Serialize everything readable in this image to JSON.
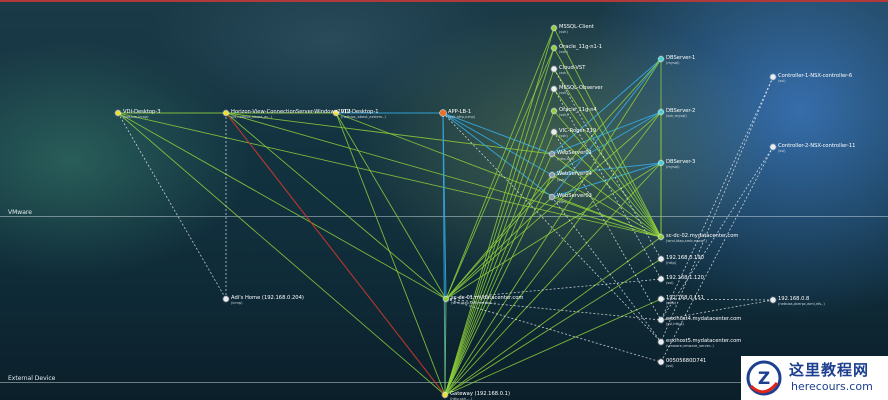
{
  "zones": [
    {
      "id": "vmware",
      "label": "VMware"
    },
    {
      "id": "external",
      "label": "External Device"
    }
  ],
  "colors": {
    "green_link": "#8fd13a",
    "blue_link": "#34a8e0",
    "red_link": "#c0392b",
    "dashed_link": "#ffffff",
    "node_yellow": "#f1dc2b",
    "node_orange": "#e8702a",
    "node_cyan": "#3fd3d8",
    "node_white": "#e8ecef"
  },
  "nodes": [
    {
      "id": "vdi3",
      "label": "VDI-Desktop-3",
      "sub": "(bot,bm,icmp)",
      "icon": "vm-node-icon",
      "color": "#f1dc2b"
    },
    {
      "id": "horizon",
      "label": "Horizon-View-ConnectionServer-Windows2012",
      "sub": "(bt,netbios_bbest_ac..)",
      "icon": "vm-node-icon",
      "color": "#f1dc2b"
    },
    {
      "id": "vdi1",
      "label": "VDI-Desktop-1",
      "sub": "(netbios_bbest_extrem..)",
      "icon": "vm-node-icon",
      "color": "#f1dc2b"
    },
    {
      "id": "applb",
      "label": "APP-LB-1",
      "sub": "(ssh,http,icmp)",
      "icon": "load-balancer-icon",
      "color": "#e8702a"
    },
    {
      "id": "mssqlc",
      "label": "MSSQL-Client",
      "sub": "(ssh)",
      "icon": "vm-node-icon",
      "color": "#8fd13a"
    },
    {
      "id": "ora1",
      "label": "Oracle_11g-n1-1",
      "sub": "(ssh)",
      "icon": "vm-node-icon",
      "color": "#8fd13a"
    },
    {
      "id": "cloudvst",
      "label": "Cloud-VST",
      "sub": "(ssh)",
      "icon": "vm-node-icon",
      "color": "#e8ecef"
    },
    {
      "id": "mssqlo",
      "label": "MSSQL-Observer",
      "sub": "(ssh)",
      "icon": "vm-node-icon",
      "color": "#e8ecef"
    },
    {
      "id": "ora4",
      "label": "Oracle_11g-n4",
      "sub": "(ssh)",
      "icon": "vm-node-icon",
      "color": "#8fd13a"
    },
    {
      "id": "vic",
      "label": "VIC-Roger-219",
      "sub": "(ssh)",
      "icon": "vm-node-icon",
      "color": "#e8ecef"
    },
    {
      "id": "web01",
      "label": "WebServer01",
      "sub": "(http,ssh)",
      "icon": "web-server-icon",
      "color": "#8899aa"
    },
    {
      "id": "web04",
      "label": "WebServer04",
      "sub": "(ssh)",
      "icon": "web-server-icon",
      "color": "#8899aa"
    },
    {
      "id": "web03",
      "label": "WebServer03",
      "sub": "(ssh)",
      "icon": "web-server-icon",
      "color": "#8899aa"
    },
    {
      "id": "db1",
      "label": "DBServer-1",
      "sub": "(mysql)",
      "icon": "database-icon",
      "color": "#3fd3d8"
    },
    {
      "id": "db2",
      "label": "DBServer-2",
      "sub": "(ssh,mysql)",
      "icon": "database-icon",
      "color": "#3fd3d8"
    },
    {
      "id": "db3",
      "label": "DBServer-3",
      "sub": "(mysql)",
      "icon": "database-icon",
      "color": "#3fd3d8"
    },
    {
      "id": "ctrl6",
      "label": "Controller-1-NSX-controller-6",
      "sub": "(ssl)",
      "icon": "controller-icon",
      "color": "#e8ecef"
    },
    {
      "id": "ctrl11",
      "label": "Controller-2-NSX-controller-11",
      "sub": "(ssl)",
      "icon": "controller-icon",
      "color": "#e8ecef"
    },
    {
      "id": "scdc02",
      "label": "sc-dc-02.mydatacenter.com",
      "sub": "(wmi,ldap,smb,mssq..)",
      "icon": "domain-controller-icon",
      "color": "#8fd13a"
    },
    {
      "id": "ip190",
      "label": "192.168.0.190",
      "sub": "(http)",
      "icon": "host-icon",
      "color": "#e8ecef"
    },
    {
      "id": "ip120",
      "label": "192.168.1.120",
      "sub": "(ssl)",
      "icon": "host-icon",
      "color": "#e8ecef"
    },
    {
      "id": "ip151",
      "label": "192.168.0.151",
      "sub": "(http)",
      "icon": "host-icon",
      "color": "#e8ecef"
    },
    {
      "id": "esxi4",
      "label": "esxihost4.mydatacenter.com",
      "sub": "(ssl,https)",
      "icon": "host-icon",
      "color": "#e8ecef"
    },
    {
      "id": "esxi5",
      "label": "esxihost5.mydatacenter.com",
      "sub": "(vmware,vmware_server..)",
      "icon": "host-icon",
      "color": "#e8ecef"
    },
    {
      "id": "mac",
      "label": "00505680D741",
      "sub": "(ssl)",
      "icon": "host-icon",
      "color": "#e8ecef"
    },
    {
      "id": "ip8",
      "label": "192.168.0.8",
      "sub": "(netbios,dcerpc,wmi,nfs..)",
      "icon": "host-icon",
      "color": "#e8ecef"
    },
    {
      "id": "scdc01",
      "label": "sc-dc-01.mydatacenter.com",
      "sub": "(wmi,ldap,smb,netbios..)",
      "icon": "domain-controller-icon",
      "color": "#8fd13a"
    },
    {
      "id": "adi",
      "label": "Adi's Home (192.168.0.204)",
      "sub": "(icmp)",
      "icon": "host-icon",
      "color": "#e8ecef"
    },
    {
      "id": "gw",
      "label": "Gateway (192.168.0.1)",
      "sub": "(http,ssh,...)",
      "icon": "gateway-icon",
      "color": "#f1dc2b"
    }
  ],
  "links": [
    {
      "from": "vdi3",
      "to": "horizon",
      "kind": "green"
    },
    {
      "from": "horizon",
      "to": "vdi1",
      "kind": "green"
    },
    {
      "from": "vdi1",
      "to": "applb",
      "kind": "blue"
    },
    {
      "from": "vdi3",
      "to": "scdc02",
      "kind": "green"
    },
    {
      "from": "vdi3",
      "to": "scdc01",
      "kind": "green"
    },
    {
      "from": "vdi3",
      "to": "gw",
      "kind": "green"
    },
    {
      "from": "vdi3",
      "to": "adi",
      "kind": "dashed"
    },
    {
      "from": "horizon",
      "to": "scdc02",
      "kind": "green"
    },
    {
      "from": "horizon",
      "to": "scdc01",
      "kind": "green"
    },
    {
      "from": "horizon",
      "to": "gw",
      "kind": "red"
    },
    {
      "from": "horizon",
      "to": "adi",
      "kind": "dashed"
    },
    {
      "from": "horizon",
      "to": "web01",
      "kind": "green"
    },
    {
      "from": "vdi1",
      "to": "scdc02",
      "kind": "green"
    },
    {
      "from": "vdi1",
      "to": "scdc01",
      "kind": "green"
    },
    {
      "from": "vdi1",
      "to": "gw",
      "kind": "green"
    },
    {
      "from": "applb",
      "to": "web01",
      "kind": "blue"
    },
    {
      "from": "applb",
      "to": "web04",
      "kind": "blue"
    },
    {
      "from": "applb",
      "to": "web03",
      "kind": "blue"
    },
    {
      "from": "applb",
      "to": "scdc01",
      "kind": "blue"
    },
    {
      "from": "applb",
      "to": "gw",
      "kind": "blue"
    },
    {
      "from": "web01",
      "to": "db1",
      "kind": "blue"
    },
    {
      "from": "web01",
      "to": "db2",
      "kind": "blue"
    },
    {
      "from": "web04",
      "to": "db2",
      "kind": "blue"
    },
    {
      "from": "web04",
      "to": "db3",
      "kind": "blue"
    },
    {
      "from": "web03",
      "to": "db3",
      "kind": "blue"
    },
    {
      "from": "web03",
      "to": "db1",
      "kind": "blue"
    },
    {
      "from": "mssqlc",
      "to": "scdc02",
      "kind": "green"
    },
    {
      "from": "ora1",
      "to": "scdc02",
      "kind": "green"
    },
    {
      "from": "cloudvst",
      "to": "scdc02",
      "kind": "green"
    },
    {
      "from": "mssqlo",
      "to": "scdc02",
      "kind": "green"
    },
    {
      "from": "ora4",
      "to": "scdc02",
      "kind": "green"
    },
    {
      "from": "vic",
      "to": "scdc02",
      "kind": "green"
    },
    {
      "from": "web01",
      "to": "scdc02",
      "kind": "green"
    },
    {
      "from": "web04",
      "to": "scdc02",
      "kind": "green"
    },
    {
      "from": "web03",
      "to": "scdc02",
      "kind": "green"
    },
    {
      "from": "db1",
      "to": "scdc02",
      "kind": "green"
    },
    {
      "from": "db2",
      "to": "scdc02",
      "kind": "green"
    },
    {
      "from": "db3",
      "to": "scdc02",
      "kind": "green"
    },
    {
      "from": "mssqlc",
      "to": "gw",
      "kind": "green"
    },
    {
      "from": "ora1",
      "to": "gw",
      "kind": "green"
    },
    {
      "from": "cloudvst",
      "to": "gw",
      "kind": "green"
    },
    {
      "from": "mssqlo",
      "to": "gw",
      "kind": "green"
    },
    {
      "from": "ora4",
      "to": "gw",
      "kind": "green"
    },
    {
      "from": "vic",
      "to": "gw",
      "kind": "green"
    },
    {
      "from": "web01",
      "to": "gw",
      "kind": "green"
    },
    {
      "from": "web04",
      "to": "gw",
      "kind": "green"
    },
    {
      "from": "db1",
      "to": "gw",
      "kind": "green"
    },
    {
      "from": "db2",
      "to": "gw",
      "kind": "green"
    },
    {
      "from": "db3",
      "to": "gw",
      "kind": "green"
    },
    {
      "from": "mssqlc",
      "to": "scdc01",
      "kind": "green"
    },
    {
      "from": "ora1",
      "to": "scdc01",
      "kind": "green"
    },
    {
      "from": "web04",
      "to": "scdc01",
      "kind": "green"
    },
    {
      "from": "web03",
      "to": "scdc01",
      "kind": "green"
    },
    {
      "from": "db1",
      "to": "scdc01",
      "kind": "green"
    },
    {
      "from": "db2",
      "to": "scdc01",
      "kind": "green"
    },
    {
      "from": "db3",
      "to": "scdc01",
      "kind": "green"
    },
    {
      "from": "scdc01",
      "to": "gw",
      "kind": "green"
    },
    {
      "from": "scdc02",
      "to": "gw",
      "kind": "green"
    },
    {
      "from": "ip151",
      "to": "gw",
      "kind": "green"
    },
    {
      "from": "ip190",
      "to": "gw",
      "kind": "green"
    },
    {
      "from": "ctrl6",
      "to": "esxi4",
      "kind": "dashed"
    },
    {
      "from": "ctrl6",
      "to": "esxi5",
      "kind": "dashed"
    },
    {
      "from": "ctrl11",
      "to": "esxi4",
      "kind": "dashed"
    },
    {
      "from": "ctrl11",
      "to": "mac",
      "kind": "dashed"
    },
    {
      "from": "ip8",
      "to": "esxi4",
      "kind": "dashed"
    },
    {
      "from": "ip8",
      "to": "ip151",
      "kind": "dashed"
    },
    {
      "from": "cloudvst",
      "to": "ip190",
      "kind": "dashed"
    },
    {
      "from": "mssqlo",
      "to": "ip120",
      "kind": "dashed"
    },
    {
      "from": "vic",
      "to": "esxi4",
      "kind": "dashed"
    },
    {
      "from": "web03",
      "to": "esxi5",
      "kind": "dashed"
    },
    {
      "from": "scdc01",
      "to": "esxi4",
      "kind": "dashed"
    },
    {
      "from": "scdc01",
      "to": "ip120",
      "kind": "dashed"
    },
    {
      "from": "scdc01",
      "to": "mac",
      "kind": "dashed"
    },
    {
      "from": "applb",
      "to": "esxi5",
      "kind": "dashed"
    }
  ],
  "watermark": {
    "title": "这里教程网",
    "url": "herecours.com",
    "logo_letter": "Z"
  }
}
